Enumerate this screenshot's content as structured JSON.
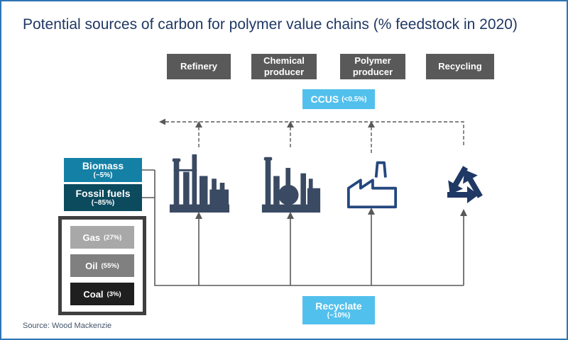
{
  "title": "Potential sources of carbon for polymer value chains (% feedstock in 2020)",
  "source": "Source: Wood Mackenzie",
  "stages": [
    {
      "label": "Refinery"
    },
    {
      "label": "Chemical producer"
    },
    {
      "label": "Polymer producer"
    },
    {
      "label": "Recycling"
    }
  ],
  "ccus": {
    "name": "CCUS",
    "pct": "(<0.5%)"
  },
  "recyclate": {
    "name": "Recyclate",
    "pct": "(~10%)"
  },
  "feedstocks": {
    "biomass": {
      "name": "Biomass",
      "pct": "(~5%)"
    },
    "fossil": {
      "name": "Fossil fuels",
      "pct": "(~85%)"
    },
    "fuels": [
      {
        "name": "Gas",
        "pct": "(27%)",
        "color": "#A8A8A8"
      },
      {
        "name": "Oil",
        "pct": "(55%)",
        "color": "#808080"
      },
      {
        "name": "Coal",
        "pct": "(3%)",
        "color": "#1F1F1F"
      }
    ]
  },
  "colors": {
    "frame": "#2E74B5",
    "title_text": "#203864",
    "stage_box": "#595959",
    "capture_box": "#52C0EC",
    "biomass_box": "#1580A6",
    "fossil_box": "#0C4A5E",
    "arrow": "#595959",
    "plant_icon": "#3B4A63",
    "navy_icon": "#24477E"
  }
}
